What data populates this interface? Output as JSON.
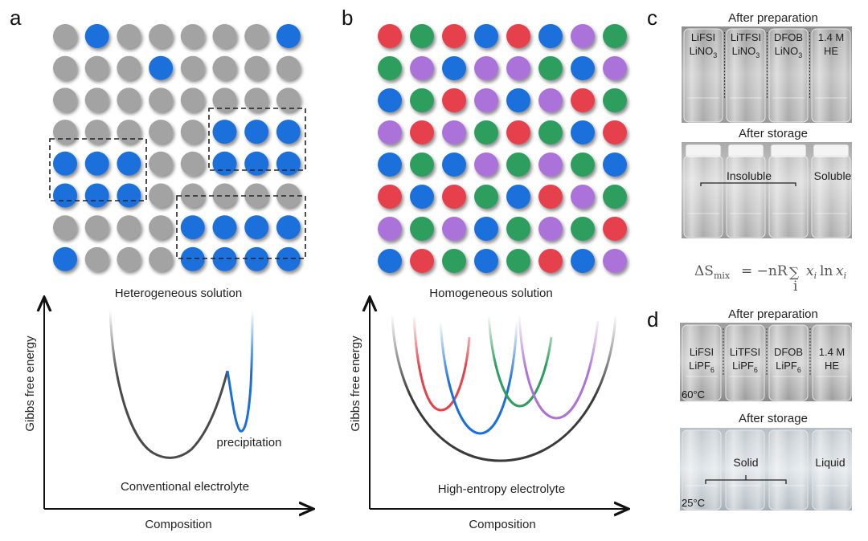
{
  "colors": {
    "grey": "#a3a3a3",
    "blue": "#1a6fdc",
    "red": "#e5414b",
    "green": "#2e9e5e",
    "purple": "#ab72d9",
    "axis": "#111111",
    "curve_dark": "#4a4a4a"
  },
  "panel_a": {
    "label": "a",
    "grid": [
      "gbgggggb",
      "gggbgggg",
      "gggggggg",
      "gggggbbb",
      "bbbggbbb",
      "bbbggggg",
      "ggggbbbb",
      "bgggbbbb"
    ],
    "clusters": "dashed outlines around blue groups",
    "plot": {
      "title": "Heterogeneous solution",
      "ylabel": "Gibbs free energy",
      "xlabel": "Composition",
      "annotation": "precipitation",
      "bottom_caption": "Conventional electrolyte"
    }
  },
  "panel_b": {
    "label": "b",
    "grid": [
      "rgrbrbpg",
      "gpbppgbp",
      "bgrpbprg",
      "prpgrgbr",
      "bgbpgpgb",
      "rbrgbrpg",
      "pgpbgpgr",
      "brgbgrbp"
    ],
    "plot": {
      "title": "Homogeneous solution",
      "ylabel": "Gibbs free energy",
      "xlabel": "Composition",
      "bottom_caption": "High-entropy electrolyte"
    }
  },
  "panel_c": {
    "label": "c",
    "title_top": "After preparation",
    "vials_top": [
      {
        "line1": "LiFSI",
        "line2": "LiNO",
        "sub": "3"
      },
      {
        "line1": "LiTFSI",
        "line2": "LiNO",
        "sub": "3"
      },
      {
        "line1": "DFOB",
        "line2": "LiNO",
        "sub": "3"
      },
      {
        "line1": "1.4 M",
        "line2": "HE",
        "sub": ""
      }
    ],
    "title_bottom": "After storage",
    "label_insoluble": "Insoluble",
    "label_soluble": "Soluble"
  },
  "formula": {
    "lhs": "ΔS",
    "lhs_sub": "mix",
    "rhs": "= −nR",
    "sum": "∑",
    "sum_index": "i",
    "term": "x",
    "term_sub": "i",
    "ln": "ln",
    "term2": "x",
    "term2_sub": "i"
  },
  "panel_d": {
    "label": "d",
    "title_top": "After preparation",
    "vials_top": [
      {
        "line1": "LiFSI",
        "line2": "LiPF",
        "sub": "6"
      },
      {
        "line1": "LiTFSI",
        "line2": "LiPF",
        "sub": "6"
      },
      {
        "line1": "DFOB",
        "line2": "LiPF",
        "sub": "6"
      },
      {
        "line1": "1.4 M",
        "line2": "HE",
        "sub": ""
      }
    ],
    "temp_top": "60°C",
    "title_bottom": "After storage",
    "label_solid": "Solid",
    "label_liquid": "Liquid",
    "temp_bottom": "25°C"
  }
}
